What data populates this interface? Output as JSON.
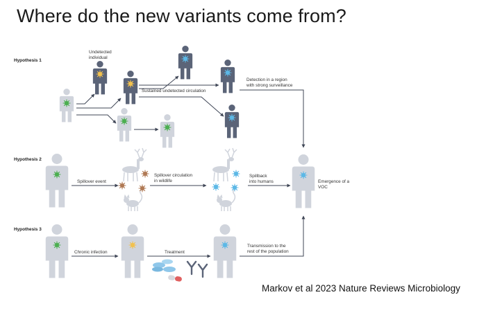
{
  "slide": {
    "title": "Where do the new variants come from?",
    "citation": "Markov et al 2023 Nature Reviews Microbiology"
  },
  "figure": {
    "hypothesis_1": {
      "heading": "Hypothesis 1",
      "undetected_line1": "Undetected",
      "undetected_line2": "individual",
      "sustained": "Sustained undetected circulation",
      "detection_line1": "Detection in a region",
      "detection_line2": "with strong surveillance"
    },
    "hypothesis_2": {
      "heading": "Hypothesis 2",
      "spillover_event": "Spillover event",
      "circulation_line1": "Spillover circulation",
      "circulation_line2": "in wildlife",
      "spillback_line1": "Spillback",
      "spillback_line2": "into humans"
    },
    "hypothesis_3": {
      "heading": "Hypothesis 3",
      "chronic": "Chronic infection",
      "treatment": "Treatment",
      "transmission_line1": "Transmission to the",
      "transmission_line2": "rest of the population"
    },
    "outcome": {
      "line1": "Emergence of a",
      "line2": "VOC"
    }
  },
  "colors": {
    "person_dark": "#5b6478",
    "person_light": "#d0d4dc",
    "virus_green": "#4caf50",
    "virus_yellow": "#f2c14e",
    "virus_blue": "#5cb8e6",
    "virus_brown": "#b07a55",
    "arrow": "#3f4656"
  }
}
